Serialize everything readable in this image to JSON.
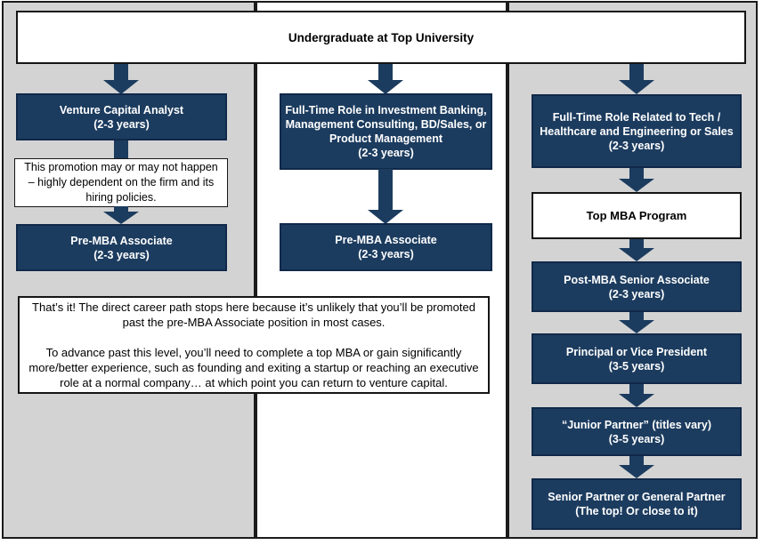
{
  "diagram": {
    "title_box": "Undergraduate at Top University",
    "columns": {
      "left": {
        "nodes": [
          {
            "title": "Venture Capital Analyst",
            "subtitle": "(2-3 years)"
          },
          {
            "note": "This promotion may or may not happen – highly dependent on the firm and its hiring policies."
          },
          {
            "title": "Pre-MBA Associate",
            "subtitle": "(2-3 years)"
          }
        ]
      },
      "middle": {
        "nodes": [
          {
            "title": "Full-Time Role in Investment Banking, Management Consulting, BD/Sales, or Product Management",
            "subtitle": "(2-3 years)"
          },
          {
            "title": "Pre-MBA Associate",
            "subtitle": "(2-3 years)"
          }
        ]
      },
      "right": {
        "nodes": [
          {
            "title": "Full-Time Role Related to Tech / Healthcare and Engineering or Sales",
            "subtitle": "(2-3 years)"
          },
          {
            "title": "Top MBA Program"
          },
          {
            "title": "Post-MBA Senior Associate",
            "subtitle": "(2-3 years)"
          },
          {
            "title": "Principal or Vice President",
            "subtitle": "(3-5 years)"
          },
          {
            "title": "“Junior Partner” (titles vary)",
            "subtitle": "(3-5 years)"
          },
          {
            "title": "Senior Partner or General Partner",
            "subtitle": "(The top! Or close to it)"
          }
        ]
      }
    },
    "callout": {
      "paragraph1": "That’s it! The direct career path stops here because it’s unlikely that you’ll be promoted past the pre-MBA Associate position in most cases.",
      "paragraph2": "To advance past this level, you’ll need to complete a top MBA or gain significantly more/better experience, such as founding and exiting a startup or reaching an executive role at a normal company… at which point you can return to venture capital."
    },
    "colors": {
      "navy": "#1c3c5f",
      "panel_gray": "#d3d3d3"
    }
  }
}
